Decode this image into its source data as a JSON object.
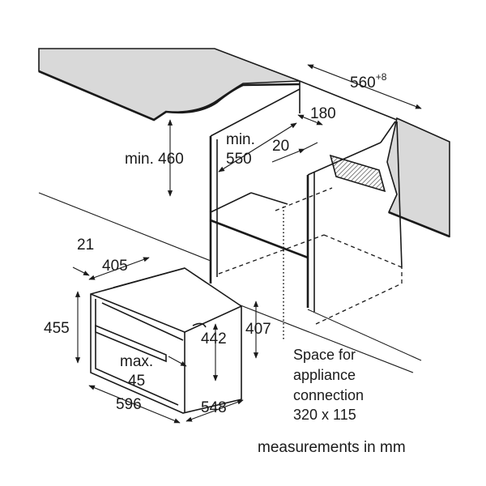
{
  "labels": {
    "width_cutout": "560",
    "width_cutout_tolerance": "+8",
    "depth_180": "180",
    "depth_20": "20",
    "min_height_label": "min. 460",
    "min_depth_line1": "min.",
    "min_depth_line2": "550",
    "front_21": "21",
    "depth_405": "405",
    "height_455": "455",
    "height_442": "442",
    "height_407": "407",
    "max_line1": "max.",
    "max_line2": "45",
    "width_596": "596",
    "depth_548": "548",
    "space_line1": "Space for",
    "space_line2": "appliance",
    "space_line3": "connection",
    "space_line4": "320 x 115",
    "footer": "measurements in mm"
  },
  "colors": {
    "countertop": "#d9d9d9",
    "line": "#1a1a1a",
    "vent_hatch": "#8a8a8a"
  }
}
